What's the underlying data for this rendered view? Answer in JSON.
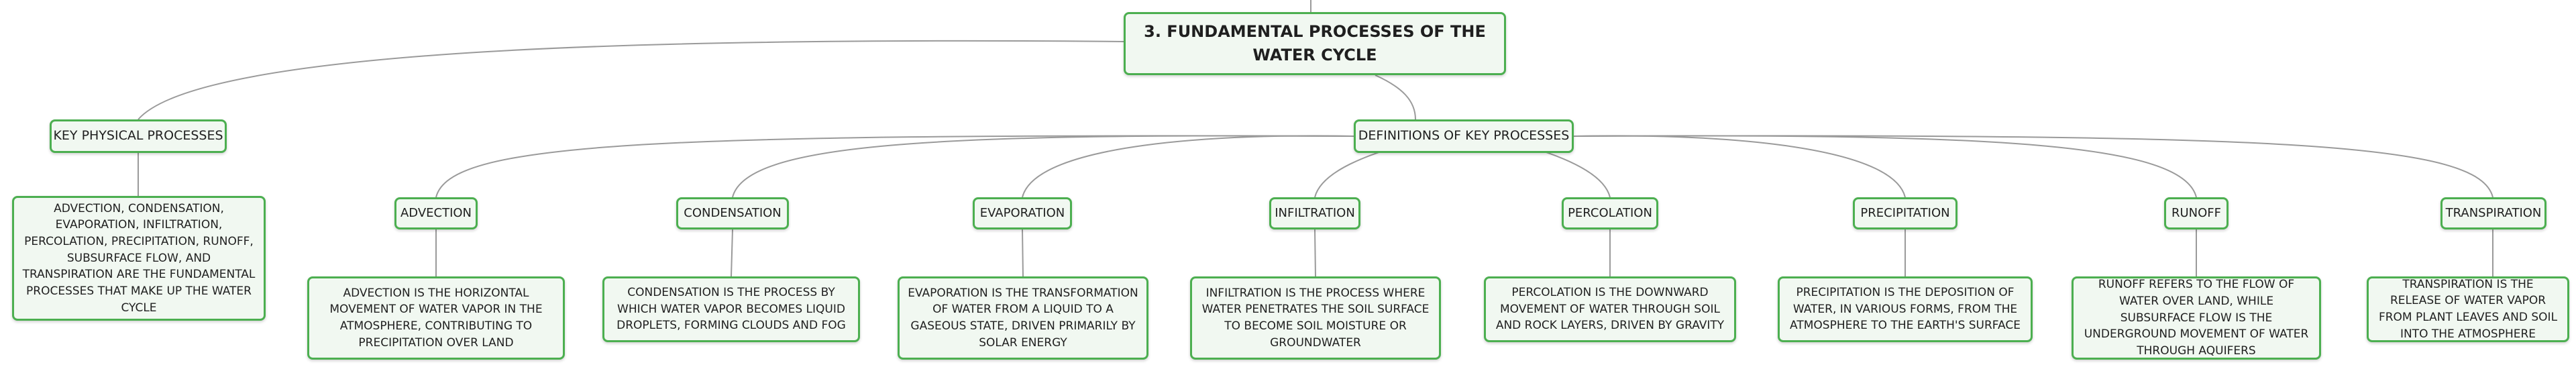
{
  "root": {
    "label": "3. FUNDAMENTAL PROCESSES OF THE WATER CYCLE"
  },
  "branch_key": {
    "label": "KEY PHYSICAL PROCESSES",
    "detail": "ADVECTION, CONDENSATION, EVAPORATION, INFILTRATION, PERCOLATION, PRECIPITATION, RUNOFF, SUBSURFACE FLOW, AND TRANSPIRATION ARE THE FUNDAMENTAL PROCESSES THAT MAKE UP THE WATER CYCLE"
  },
  "branch_defs": {
    "label": "DEFINITIONS OF KEY PROCESSES"
  },
  "terms": [
    {
      "label": "ADVECTION",
      "definition": "ADVECTION IS THE HORIZONTAL MOVEMENT OF WATER VAPOR IN THE ATMOSPHERE, CONTRIBUTING TO PRECIPITATION OVER LAND"
    },
    {
      "label": "CONDENSATION",
      "definition": "CONDENSATION IS THE PROCESS BY WHICH WATER VAPOR BECOMES LIQUID DROPLETS, FORMING CLOUDS AND FOG"
    },
    {
      "label": "EVAPORATION",
      "definition": "EVAPORATION IS THE TRANSFORMATION OF WATER FROM A LIQUID TO A GASEOUS STATE, DRIVEN PRIMARILY BY SOLAR ENERGY"
    },
    {
      "label": "INFILTRATION",
      "definition": "INFILTRATION IS THE PROCESS WHERE WATER PENETRATES THE SOIL SURFACE TO BECOME SOIL MOISTURE OR GROUNDWATER"
    },
    {
      "label": "PERCOLATION",
      "definition": "PERCOLATION IS THE DOWNWARD MOVEMENT OF WATER THROUGH SOIL AND ROCK LAYERS, DRIVEN BY GRAVITY"
    },
    {
      "label": "PRECIPITATION",
      "definition": "PRECIPITATION IS THE DEPOSITION OF WATER, IN VARIOUS FORMS, FROM THE ATMOSPHERE TO THE EARTH'S SURFACE"
    },
    {
      "label": "RUNOFF",
      "definition": "RUNOFF REFERS TO THE FLOW OF WATER OVER LAND, WHILE SUBSURFACE FLOW IS THE UNDERGROUND MOVEMENT OF WATER THROUGH AQUIFERS"
    },
    {
      "label": "TRANSPIRATION",
      "definition": "TRANSPIRATION IS THE RELEASE OF WATER VAPOR FROM PLANT LEAVES AND SOIL INTO THE ATMOSPHERE"
    }
  ],
  "colors": {
    "border": "#4caf50",
    "fill": "#f1f8f1",
    "edge": "#9a9a9a",
    "text": "#1f1f1f"
  }
}
